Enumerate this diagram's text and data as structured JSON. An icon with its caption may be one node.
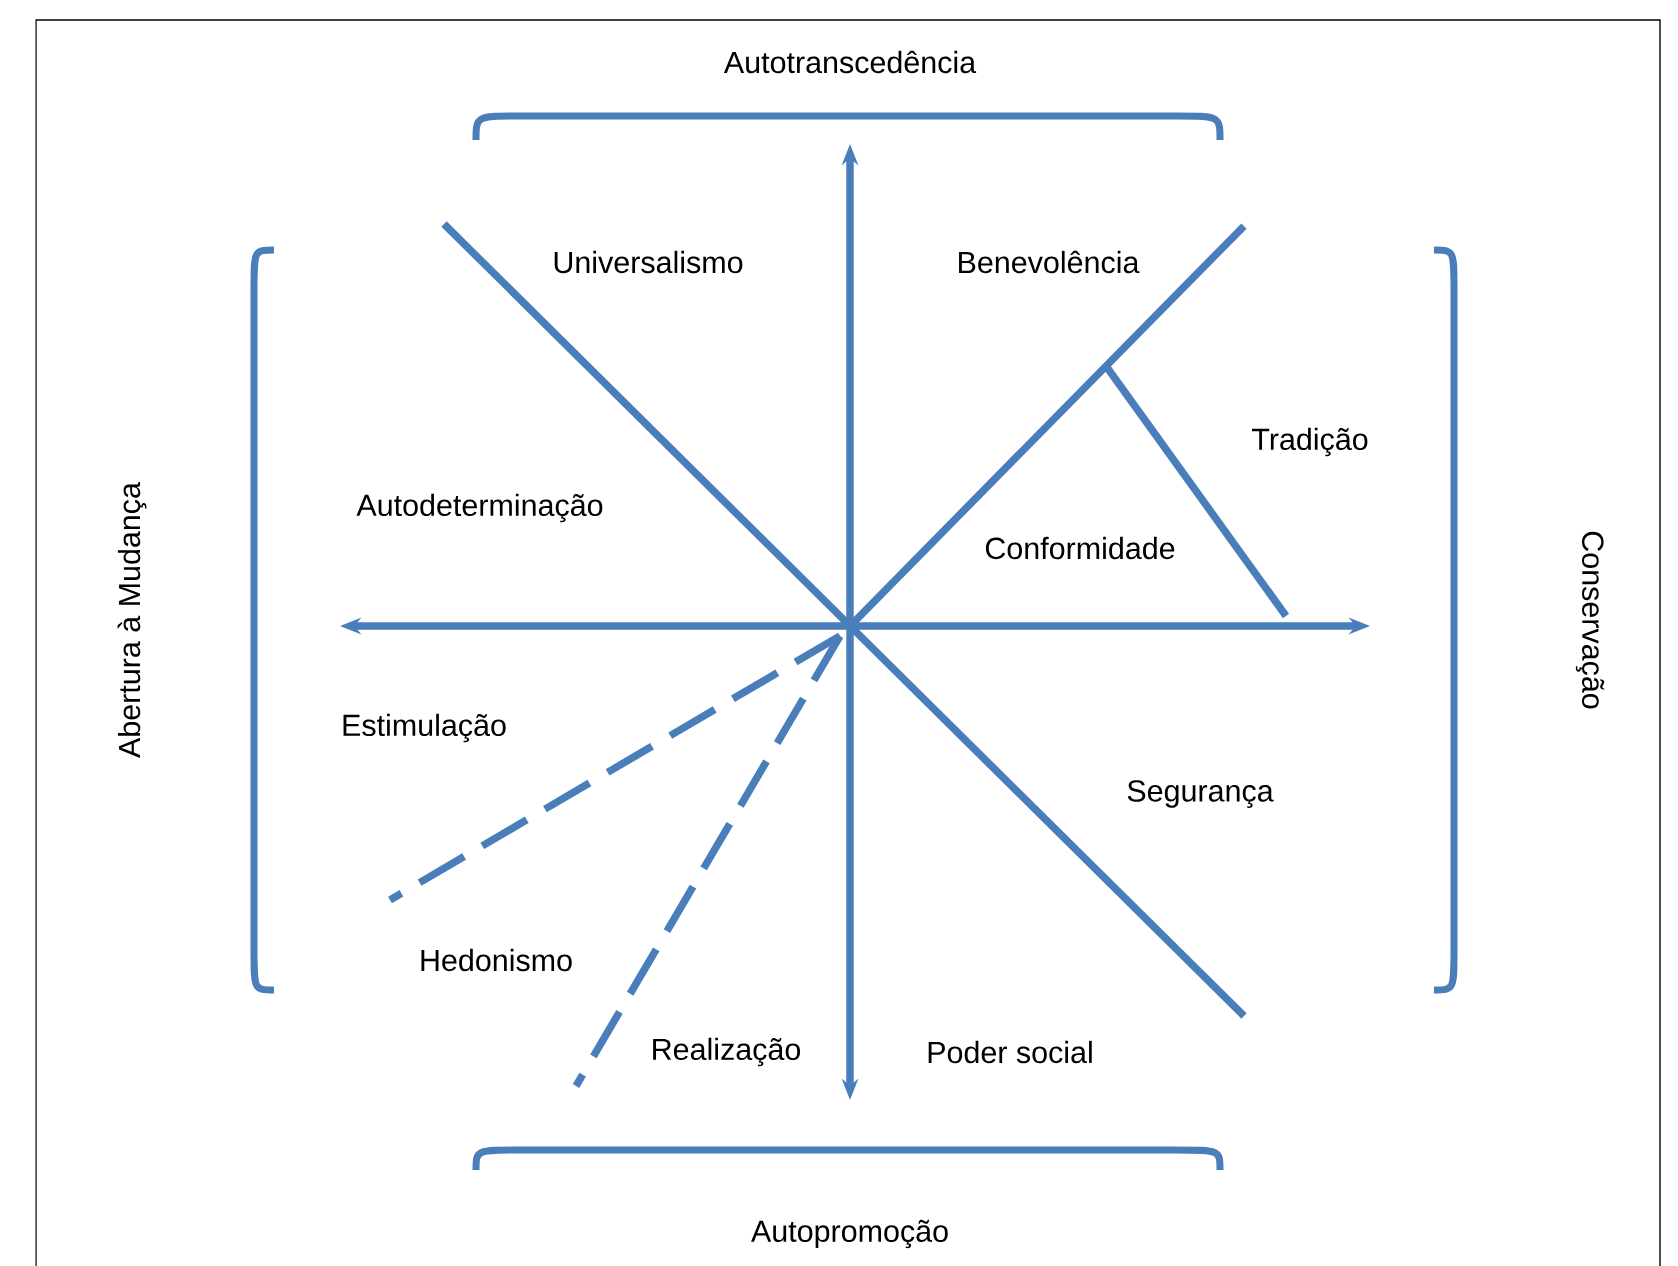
{
  "diagram": {
    "labels": [
      "Autotranscedência",
      "Universalismo",
      "Benevolência",
      "Abertura à Mudança",
      "Tradição",
      "Conservação",
      "Autodeterminação",
      "Conformidade",
      "Estimulação",
      "Segurança",
      "Hedonismo",
      "Realização",
      "Poder social",
      "Autopromoção"
    ]
  }
}
